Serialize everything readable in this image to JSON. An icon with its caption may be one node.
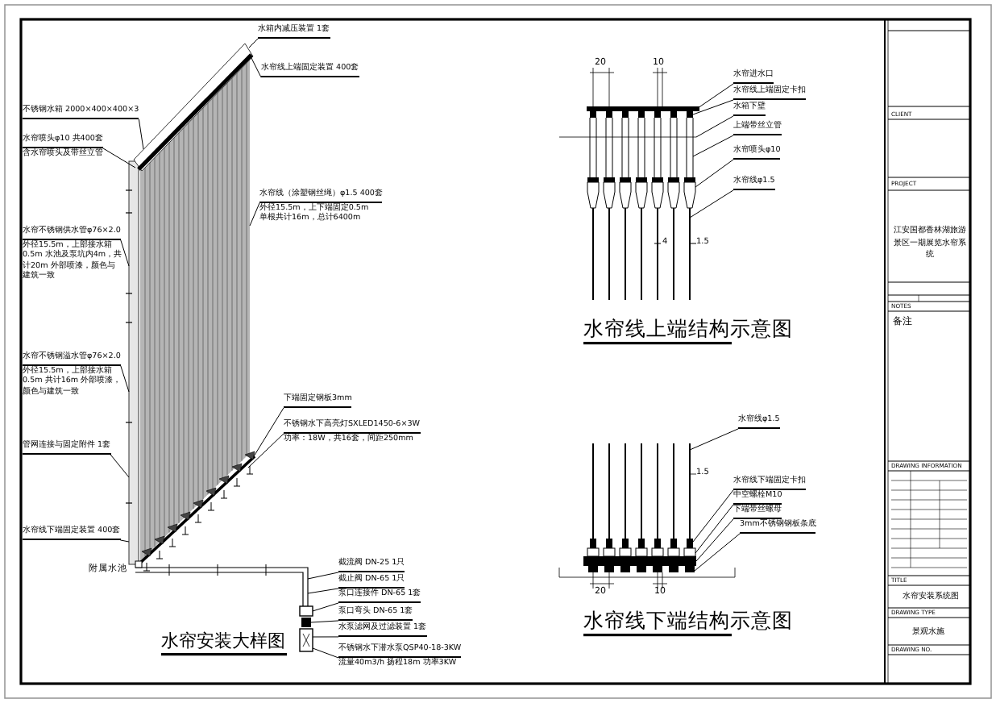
{
  "diagram": {
    "nodes": [
      {
        "text": [
          "不锈钢水箱 2000×400×400×3"
        ]
      },
      {
        "text": [
          "水帘喷头φ10 共400套",
          "含水帘喷头及带丝立管"
        ]
      },
      {
        "text": [
          "水帘不锈钢供水管φ76×2.0",
          "外径15.5m，上部接水箱0.5m 水池及泵坑内4m，共计20m 外部喷漆，颜色与建筑一致"
        ]
      },
      {
        "text": [
          "水帘不锈钢溢水管φ76×2.0",
          "外径15.5m，上部接水箱0.5m 共计16m 外部喷漆，颜色与建筑一致"
        ]
      },
      {
        "text": [
          "管网连接与固定附件 1套"
        ]
      },
      {
        "text": [
          "水帘线下端固定装置 400套"
        ]
      },
      {
        "text": [
          "水箱内减压装置 1套"
        ]
      },
      {
        "text": [
          "水帘线上端固定装置 400套"
        ]
      },
      {
        "text": [
          "水帘线（涂塑钢丝绳）φ1.5 400套",
          "外径15.5m，上下端固定0.5m 单根共计16m，总计6400m"
        ]
      },
      {
        "text": [
          "下端固定钢板3mm"
        ]
      },
      {
        "text": [
          "不锈钢水下高亮灯SXLED1450-6×3W",
          "功率：18W，共16套，间距250mm"
        ]
      },
      {
        "text": [
          "截流阀 DN-25 1只"
        ]
      },
      {
        "text": [
          "截止阀 DN-65 1只"
        ]
      },
      {
        "text": [
          "泵口连接件 DN-65 1套"
        ]
      },
      {
        "text": [
          "泵口弯头 DN-65 1套"
        ]
      },
      {
        "text": [
          "水泵滤网及过滤装置 1套"
        ]
      },
      {
        "text": [
          "不锈钢水下潜水泵QSP40-18-3KW",
          "流量40m3/h 扬程18m 功率3KW"
        ]
      },
      {
        "text": [
          "水帘进水口"
        ]
      },
      {
        "text": [
          "水帘线上端固定卡扣"
        ]
      },
      {
        "text": [
          "水箱下壁"
        ]
      },
      {
        "text": [
          "上端带丝立管"
        ]
      },
      {
        "text": [
          "水帘喷头φ10"
        ]
      },
      {
        "text": [
          "水帘线φ1.5"
        ]
      },
      {
        "text": [
          "水帘线φ1.5"
        ]
      },
      {
        "text": [
          "水帘线下端固定卡扣"
        ]
      },
      {
        "text": [
          "中空螺栓M10"
        ]
      },
      {
        "text": [
          "下端带丝螺母"
        ]
      },
      {
        "text": [
          "3mm不锈钢钢板条底"
        ]
      },
      {
        "text": [],
        "shape": "picture"
      },
      {
        "text": [],
        "shape": "picture"
      },
      {
        "text": [],
        "shape": "picture"
      }
    ],
    "edges": [
      {
        "from": 0,
        "to": 28,
        "arrow": "none"
      },
      {
        "from": 1,
        "to": 28,
        "arrow": "none"
      },
      {
        "from": 2,
        "to": 28,
        "arrow": "none"
      },
      {
        "from": 3,
        "to": 28,
        "arrow": "none"
      },
      {
        "from": 4,
        "to": 28,
        "arrow": "none"
      },
      {
        "from": 5,
        "to": 28,
        "arrow": "none"
      },
      {
        "from": 6,
        "to": 28,
        "arrow": "none"
      },
      {
        "from": 7,
        "to": 28,
        "arrow": "none"
      },
      {
        "from": 8,
        "to": 28,
        "arrow": "none"
      },
      {
        "from": 9,
        "to": 28,
        "arrow": "none"
      },
      {
        "from": 10,
        "to": 28,
        "arrow": "none"
      },
      {
        "from": 11,
        "to": 28,
        "arrow": "none"
      },
      {
        "from": 12,
        "to": 28,
        "arrow": "none"
      },
      {
        "from": 13,
        "to": 28,
        "arrow": "none"
      },
      {
        "from": 14,
        "to": 28,
        "arrow": "none"
      },
      {
        "from": 15,
        "to": 28,
        "arrow": "none"
      },
      {
        "from": 16,
        "to": 28,
        "arrow": "none"
      },
      {
        "from": 17,
        "to": 29,
        "arrow": "none"
      },
      {
        "from": 18,
        "to": 29,
        "arrow": "none"
      },
      {
        "from": 19,
        "to": 29,
        "arrow": "none"
      },
      {
        "from": 20,
        "to": 29,
        "arrow": "none"
      },
      {
        "from": 21,
        "to": 29,
        "arrow": "none"
      },
      {
        "from": 22,
        "to": 29,
        "arrow": "none"
      },
      {
        "from": 23,
        "to": 30,
        "arrow": "none"
      },
      {
        "from": 24,
        "to": 30,
        "arrow": "none"
      },
      {
        "from": 25,
        "to": 30,
        "arrow": "none"
      },
      {
        "from": 26,
        "to": 30,
        "arrow": "none"
      },
      {
        "from": 27,
        "to": 30,
        "arrow": "none"
      }
    ],
    "labels": [
      "附属水池",
      "水帘安装大样图",
      "20",
      "10",
      "4",
      "1.5",
      "水帘线上端结构示意图",
      "1.5",
      "20",
      "10",
      "水帘线下端结构示意图",
      "CLIENT",
      "PROJECT",
      "江安国都香林湖旅游景区一期展览水帘系统",
      "NOTES",
      "备注",
      "DRAWING INFORMATION",
      "TITLE",
      "水帘安装系统图",
      "DRAWING TYPE",
      "景观水施",
      "DRAWING NO."
    ]
  }
}
